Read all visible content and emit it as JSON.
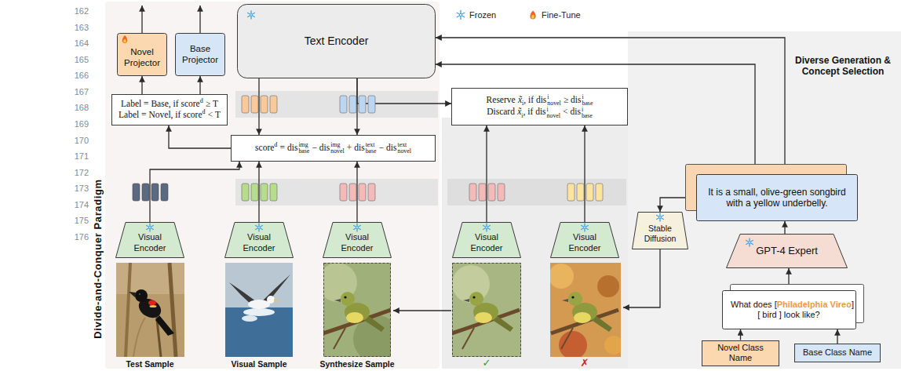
{
  "diagram": {
    "nodes": [
      {
        "text": [
          "Divide-and-Conquer Paradigm"
        ]
      },
      {
        "text": [
          "Novel Projector"
        ],
        "in": 0
      },
      {
        "text": [
          "Base Projector"
        ],
        "in": 0
      },
      {
        "text": [
          "Text Encoder"
        ],
        "in": 0
      },
      {
        "text": [
          "Label = Base, if score",
          "d",
          "≥ T",
          "Label = Novel, if score",
          "d",
          "< T"
        ],
        "in": 0
      },
      {
        "text": [
          "score",
          "d",
          "= dis",
          "img",
          "base",
          "− dis",
          "img",
          "novel",
          "+ dis",
          "text",
          "base",
          "− dis",
          "text",
          "novel"
        ],
        "in": 0
      },
      {
        "text": [
          "Visual Encoder"
        ],
        "in": 0
      },
      {
        "text": [
          "Visual Encoder"
        ],
        "in": 0
      },
      {
        "text": [
          "Visual Encoder"
        ],
        "in": 0
      },
      {
        "text": [
          "Reserve",
          "x̃",
          "i",
          ", if dis",
          "i",
          "novel",
          "≥ dis",
          "i",
          "base",
          "Discard",
          "x̃",
          "i",
          ", if dis",
          "i",
          "novel",
          "< dis",
          "i",
          "base"
        ]
      },
      {
        "text": [
          "Visual Encoder"
        ]
      },
      {
        "text": [
          "Visual Encoder"
        ]
      },
      {
        "text": [
          "Diverse Generation & Concept Selection"
        ]
      },
      {
        "text": [
          "It is a small, olive-green songbird with a yellow underbelly."
        ],
        "in": 12
      },
      {
        "text": [
          "Stable Diffusion"
        ],
        "in": 12
      },
      {
        "text": [
          "GPT-4 Expert"
        ],
        "in": 12
      },
      {
        "text": [
          "What does [",
          "Philadelphia Vireo",
          "]",
          "[ bird ] look like?"
        ],
        "in": 12
      },
      {
        "text": [
          "Novel Class Name"
        ],
        "in": 12
      },
      {
        "text": [
          "Base Class Name"
        ],
        "in": 12
      }
    ],
    "edges": [
      {
        "from": 4,
        "to": 1,
        "arrow": "to"
      },
      {
        "from": 4,
        "to": 2,
        "arrow": "to"
      },
      {
        "from": 5,
        "to": 4,
        "arrow": "to"
      },
      {
        "from": 3,
        "to": 5,
        "arrow": "to"
      },
      {
        "from": 3,
        "to": 5,
        "arrow": "to"
      },
      {
        "from": 6,
        "to": 5,
        "arrow": "to"
      },
      {
        "from": 7,
        "to": 5,
        "arrow": "to"
      },
      {
        "from": 8,
        "to": 5,
        "arrow": "to"
      },
      {
        "from": 3,
        "to": 9,
        "arrow": "to"
      },
      {
        "from": 10,
        "to": 9,
        "arrow": "to"
      },
      {
        "from": 11,
        "to": 9,
        "arrow": "to"
      },
      {
        "from": 13,
        "to": 3,
        "arrow": "to"
      },
      {
        "from": 13,
        "to": 3,
        "arrow": "to"
      },
      {
        "from": 13,
        "to": 14,
        "arrow": "to"
      },
      {
        "from": 15,
        "to": 13,
        "arrow": "to"
      },
      {
        "from": 16,
        "to": 15,
        "arrow": "to"
      },
      {
        "from": 17,
        "to": 16,
        "arrow": "to"
      },
      {
        "from": 18,
        "to": 16,
        "arrow": "to"
      }
    ],
    "labels": [
      "162",
      "163",
      "164",
      "165",
      "166",
      "167",
      "168",
      "169",
      "170",
      "171",
      "172",
      "173",
      "174",
      "175",
      "176",
      "Test Sample",
      "Visual Sample",
      "Synthesize Sample",
      "✓",
      "✗"
    ],
    "legend": [
      {
        "text": "Frozen"
      },
      {
        "text": "Fine-Tune"
      }
    ]
  }
}
